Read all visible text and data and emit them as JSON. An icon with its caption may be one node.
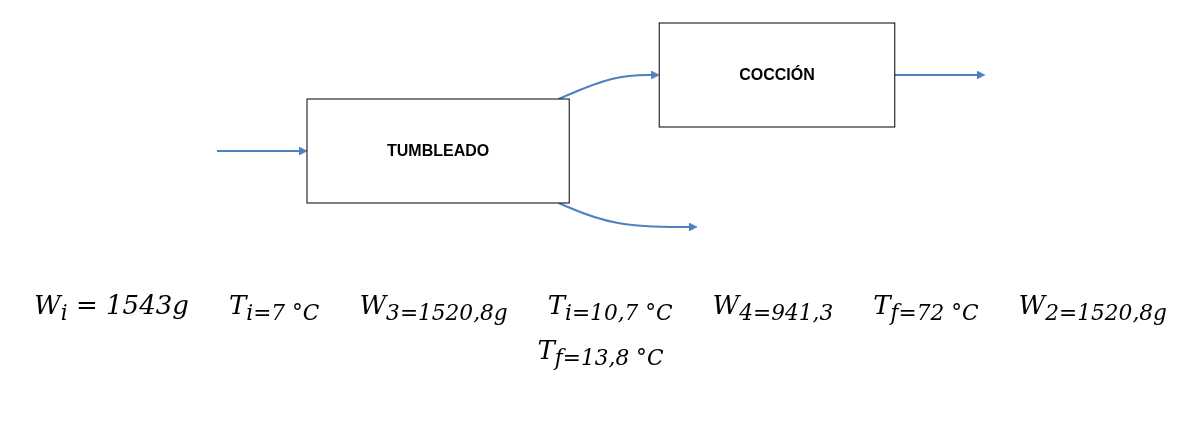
{
  "diagram": {
    "nodes": [
      {
        "text": [
          "TUMBLEADO"
        ]
      },
      {
        "text": [
          "COCCIÓN"
        ]
      }
    ],
    "edges": [
      {
        "from": null,
        "to": 0,
        "arrow": "to"
      },
      {
        "from": 0,
        "to": 1,
        "arrow": "to"
      },
      {
        "from": 1,
        "to": null,
        "arrow": "to"
      },
      {
        "from": 0,
        "to": null,
        "arrow": "to"
      }
    ],
    "labels": [
      "W$_{i}$ = 1543g",
      "T$_{i=7 °C}$",
      "W$_{3=1520,8g}$",
      "T$_{i=10,7 °C}$",
      "W$_{4=941,3}$",
      "T$_{f=72 °C}$",
      "W$_{2=1520,8g}$",
      "T$_{f=13,8 °C}$"
    ]
  }
}
